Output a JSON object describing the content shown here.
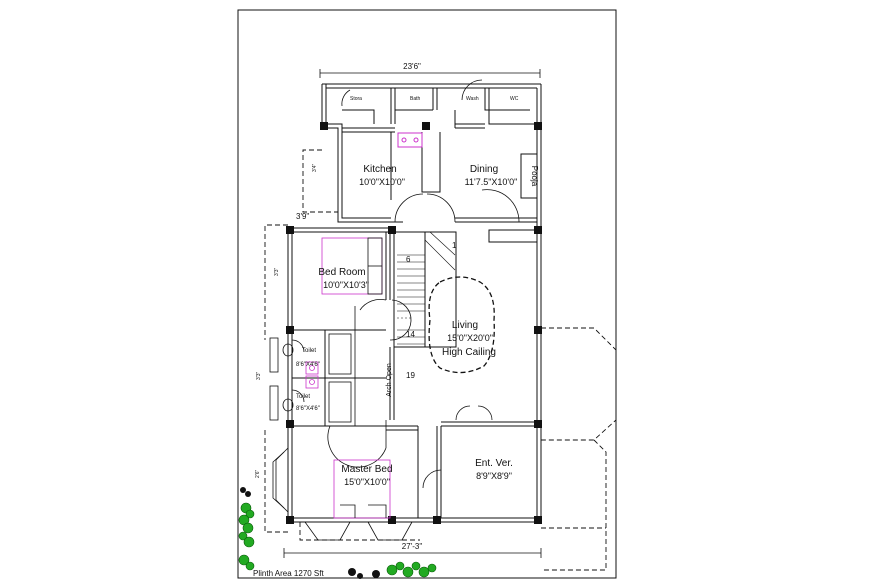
{
  "plan": {
    "overall_width": "23'6\"",
    "bottom_width": "27'-3\"",
    "plinth_area": "Plinth Area 1270 Sft",
    "colors": {
      "line": "#111111",
      "fixture": "#cc33cc",
      "plant": "#22aa22"
    },
    "rooms": {
      "kitchen": {
        "name": "Kitchen",
        "size": "10'0\"X10'0\""
      },
      "dining": {
        "name": "Dining",
        "size": "11'7.5\"X10'0\""
      },
      "bedroom": {
        "name": "Bed Room",
        "size": "10'0\"X10'3\""
      },
      "living": {
        "name": "Living",
        "size": "15'0\"X20'0\"",
        "note": "High Cailing"
      },
      "toilet1": {
        "name": "Toilet",
        "size": "8'6\"X4'6\""
      },
      "toilet2": {
        "name": "Toilet",
        "size": "8'6\"X4'6\""
      },
      "master": {
        "name": "Master Bed",
        "size": "15'0\"X10'0\""
      },
      "entver": {
        "name": "Ent. Ver.",
        "size": "8'9\"X8'9\""
      },
      "pooja": {
        "name": "Pooja"
      }
    },
    "small_labels": {
      "store": "Stora",
      "bath": "Bath",
      "wash": "Wash",
      "wc": "WC",
      "arch": "Arch Open",
      "step1": "1",
      "step6": "6",
      "step14": "14",
      "step19": "19",
      "dim_3_9": "3'9\"",
      "dim_left1": "3'4\"",
      "dim_left2": "3'3\"",
      "dim_left3": "3'3\"",
      "dim_left4": "2'6\""
    }
  }
}
